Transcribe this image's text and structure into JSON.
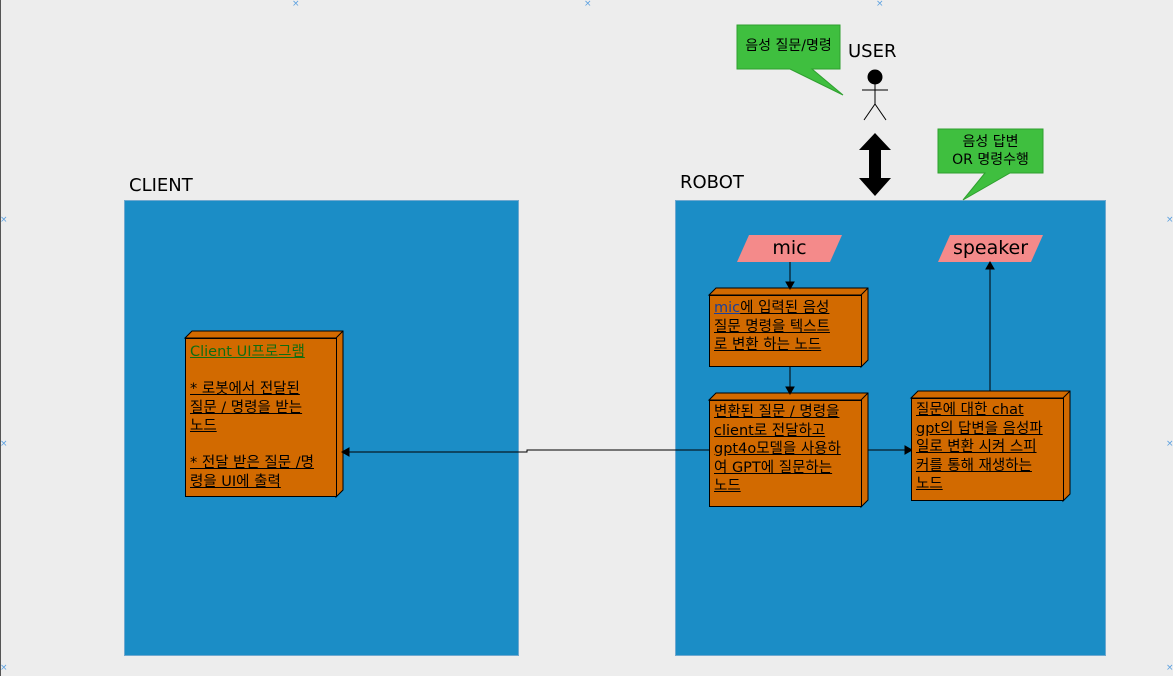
{
  "labels": {
    "client": "CLIENT",
    "robot": "ROBOT",
    "user": "USER"
  },
  "callouts": {
    "user_voice": "음성 질문/명령",
    "robot_reply_line1": "음성 답변",
    "robot_reply_line2": "OR 명령수행"
  },
  "io": {
    "mic": "mic",
    "speaker": "speaker"
  },
  "nodes": {
    "stt": {
      "mic_word": "mic",
      "line1_rest": "에 입력된 음성",
      "line2": "질문 명령을 텍스트",
      "line3": "로 변환 하는 노드"
    },
    "gpt": {
      "line1": "변환된 질문 / 명령을",
      "line2": "client로 전달하고",
      "line3": "gpt4o모델을 사용하",
      "line4": "여 GPT에 질문하는",
      "line5": "노드"
    },
    "tts": {
      "line1": "질문에 대한 chat",
      "line2": "gpt의 답변을 음성파",
      "line3": "일로 변환 시켜 스피",
      "line4": "커를 통해 재생하는",
      "line5": "노드"
    },
    "client_ui": {
      "title": "Client UI프로그램",
      "bullet1_line1": "* 로봇에서 전달된",
      "bullet1_line2": "질문 / 명령을 받는",
      "bullet1_line3": "노드",
      "bullet2_line1": "* 전달 받은 질문 /명",
      "bullet2_line2": "령을 UI에 출력"
    }
  },
  "colors": {
    "container_fill": "#1b8dc6",
    "node_fill": "#d26a00",
    "io_fill": "#f48a8a",
    "callout_fill": "#3fbf3f",
    "background": "#ededed"
  }
}
